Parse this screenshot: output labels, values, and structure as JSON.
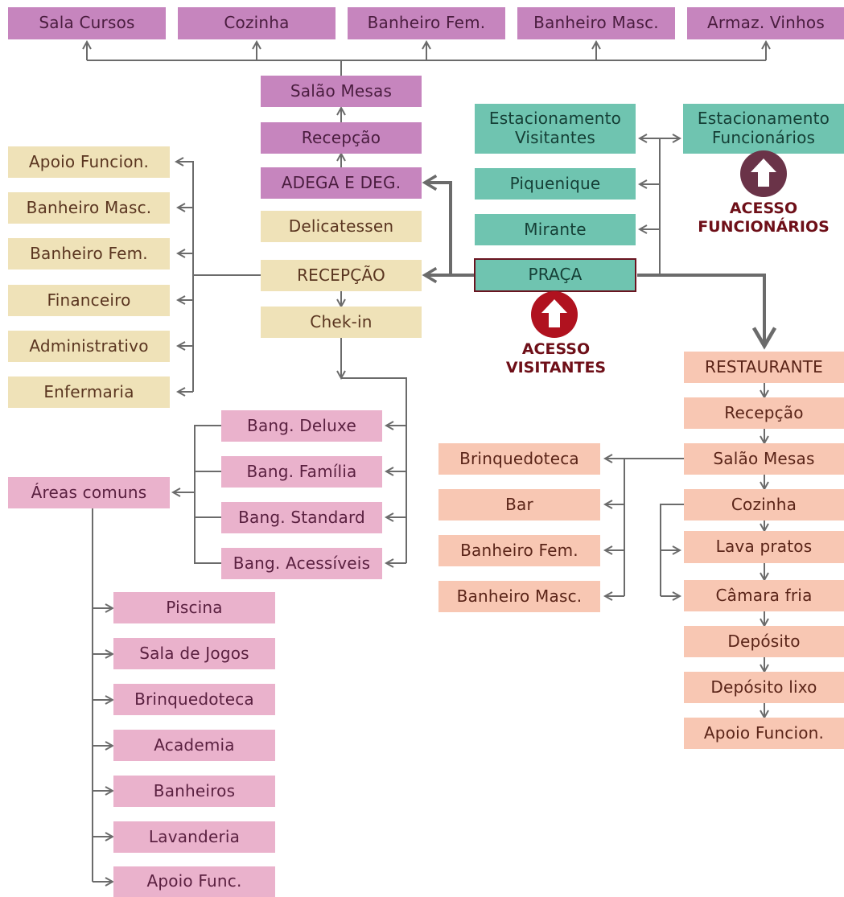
{
  "top_row": [
    "Sala Cursos",
    "Cozinha",
    "Banheiro Fem.",
    "Banheiro Masc.",
    "Armaz. Vinhos"
  ],
  "adega_column": [
    "Salão Mesas",
    "Recepção",
    "ADEGA E DEG."
  ],
  "reception_column": [
    "Delicatessen",
    "RECEPÇÃO",
    "Chek-in"
  ],
  "left_admin": [
    "Apoio Funcion.",
    "Banheiro Masc.",
    "Banheiro Fem.",
    "Financeiro",
    "Administrativo",
    "Enfermaria"
  ],
  "outdoor": {
    "parking_visitors": [
      "Estacionamento",
      "Visitantes"
    ],
    "parking_staff": [
      "Estacionamento",
      "Funcionários"
    ],
    "picnic": "Piquenique",
    "lookout": "Mirante",
    "square": "PRAÇA"
  },
  "bungalows": [
    "Bang. Deluxe",
    "Bang. Família",
    "Bang. Standard",
    "Bang. Acessíveis"
  ],
  "common_areas": {
    "title": "Áreas comuns",
    "items": [
      "Piscina",
      "Sala de Jogos",
      "Brinquedoteca",
      "Academia",
      "Banheiros",
      "Lavanderia",
      "Apoio Func."
    ]
  },
  "restaurant": [
    "RESTAURANTE",
    "Recepção",
    "Salão Mesas",
    "Cozinha",
    "Lava pratos",
    "Câmara fria",
    "Depósito",
    "Depósito lixo",
    "Apoio Funcion."
  ],
  "restaurant_side": [
    "Brinquedoteca",
    "Bar",
    "Banheiro Fem.",
    "Banheiro Masc."
  ],
  "access": {
    "visitors": [
      "ACESSO",
      "VISITANTES"
    ],
    "staff": [
      "ACESSO",
      "FUNCIONÁRIOS"
    ]
  },
  "colors": {
    "purple": "#c685be",
    "cream": "#efe2b8",
    "teal": "#6fc4b0",
    "pink": "#eab2cc",
    "peach": "#f8c7b3",
    "connector": "#6b6b6b",
    "visitor_access": "#b0121f",
    "staff_access": "#6a3348",
    "access_text": "#6e0f18"
  },
  "icons": [
    "arrow-up-icon"
  ]
}
